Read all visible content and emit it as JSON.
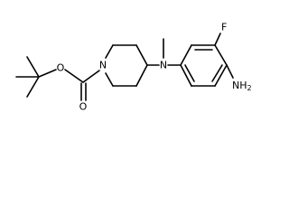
{
  "structure": {
    "atoms": {
      "carbonyl_oxygen": "O",
      "ester_oxygen": "O",
      "piperidine_nitrogen": "N",
      "amine_nitrogen": "N",
      "fluorine": "F",
      "amino_group": "NH2"
    },
    "colors": {
      "bond": "#000000",
      "label": "#000000",
      "background": "#ffffff"
    }
  }
}
